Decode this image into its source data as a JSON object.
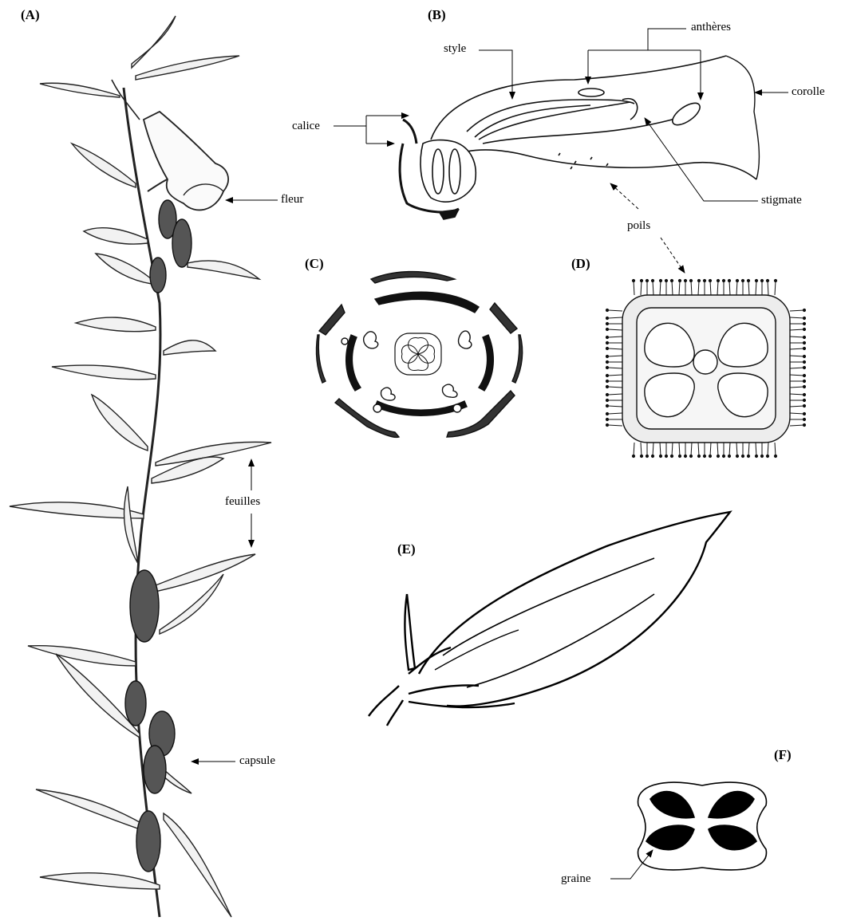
{
  "panels": {
    "a": "(A)",
    "b": "(B)",
    "c": "(C)",
    "d": "(D)",
    "e": "(E)",
    "f": "(F)"
  },
  "labels": {
    "fleur": "fleur",
    "feuilles": "feuilles",
    "capsule": "capsule",
    "style": "style",
    "antheres": "anthères",
    "calice": "calice",
    "corolle": "corolle",
    "stigmate": "stigmate",
    "poils": "poils",
    "graine": "graine"
  }
}
